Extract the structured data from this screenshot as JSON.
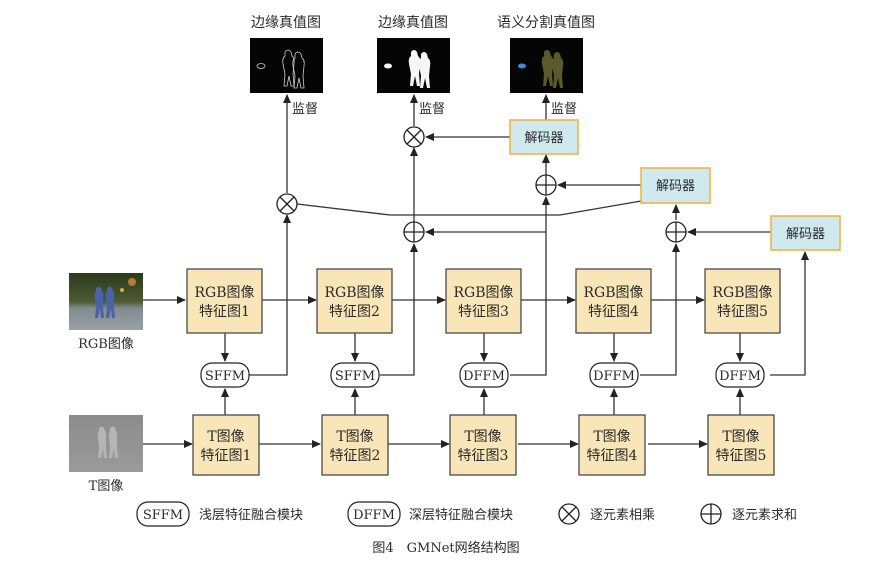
{
  "ground_truth": [
    {
      "title": "边缘真值图",
      "kind": "edge-outline"
    },
    {
      "title": "边缘真值图",
      "kind": "edge-filled"
    },
    {
      "title": "语义分割真值图",
      "kind": "semantic"
    }
  ],
  "supervision_label": "监督",
  "decoder_label": "解码器",
  "inputs": {
    "rgb_label": "RGB图像",
    "thermal_label": "T图像"
  },
  "rgb_features": [
    {
      "line1": "RGB图像",
      "line2": "特征图1"
    },
    {
      "line1": "RGB图像",
      "line2": "特征图2"
    },
    {
      "line1": "RGB图像",
      "line2": "特征图3"
    },
    {
      "line1": "RGB图像",
      "line2": "特征图4"
    },
    {
      "line1": "RGB图像",
      "line2": "特征图5"
    }
  ],
  "t_features": [
    {
      "line1": "T图像",
      "line2": "特征图1"
    },
    {
      "line1": "T图像",
      "line2": "特征图2"
    },
    {
      "line1": "T图像",
      "line2": "特征图3"
    },
    {
      "line1": "T图像",
      "line2": "特征图4"
    },
    {
      "line1": "T图像",
      "line2": "特征图5"
    }
  ],
  "fusion_modules": [
    "SFFM",
    "SFFM",
    "DFFM",
    "DFFM",
    "DFFM"
  ],
  "legend": [
    {
      "symbol": "SFFM",
      "text": "浅层特征融合模块"
    },
    {
      "symbol": "DFFM",
      "text": "深层特征融合模块"
    },
    {
      "symbol": "multiply-icon",
      "text": "逐元素相乘"
    },
    {
      "symbol": "sum-icon",
      "text": "逐元素求和"
    }
  ],
  "caption": "图4　GMNet网络结构图",
  "colors": {
    "feature_fill": "#f8e6b8",
    "feature_border": "#4a4a4a",
    "decoder_fill": "#cfe9ef",
    "decoder_border": "#f0b03a",
    "line": "#333333"
  }
}
